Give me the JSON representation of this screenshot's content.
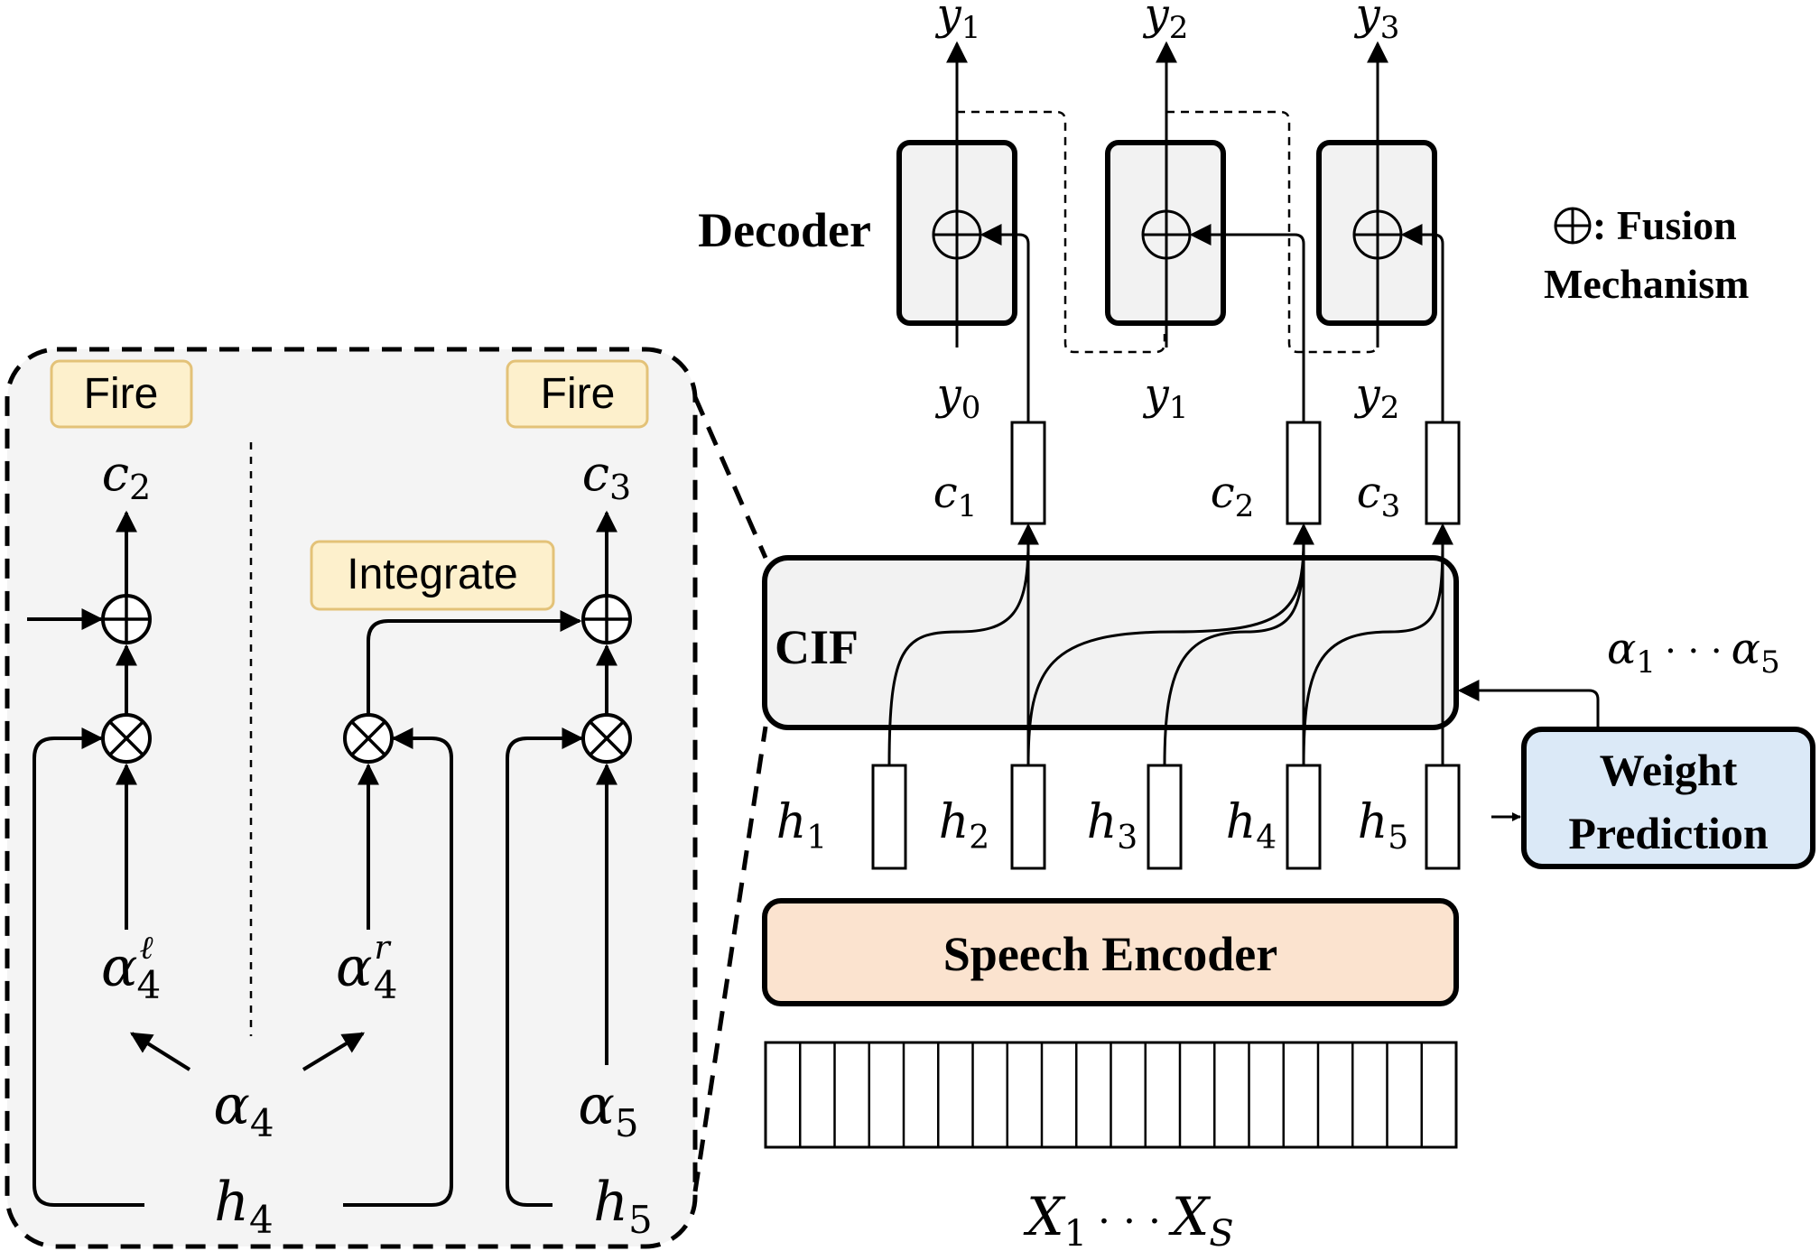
{
  "labels": {
    "decoder": "Decoder",
    "fusion_legend": ": Fusion",
    "fusion_legend_2": "Mechanism",
    "cif": "CIF",
    "weight_prediction_1": "Weight",
    "weight_prediction_2": "Prediction",
    "speech_encoder": "Speech Encoder",
    "fire_left": "Fire",
    "fire_right": "Fire",
    "integrate": "Integrate"
  },
  "outputs": [
    {
      "base": "y",
      "sub": "1"
    },
    {
      "base": "y",
      "sub": "2"
    },
    {
      "base": "y",
      "sub": "3"
    }
  ],
  "decoder_inputs": [
    {
      "base": "y",
      "sub": "0"
    },
    {
      "base": "y",
      "sub": "1"
    },
    {
      "base": "y",
      "sub": "2"
    }
  ],
  "cif_outputs": [
    {
      "base": "c",
      "sub": "1"
    },
    {
      "base": "c",
      "sub": "2"
    },
    {
      "base": "c",
      "sub": "3"
    }
  ],
  "hidden_states": [
    {
      "base": "h",
      "sub": "1"
    },
    {
      "base": "h",
      "sub": "2"
    },
    {
      "base": "h",
      "sub": "3"
    },
    {
      "base": "h",
      "sub": "4"
    },
    {
      "base": "h",
      "sub": "5"
    }
  ],
  "alpha_range": {
    "a": "α",
    "s1": "1",
    "dots": "· · ·",
    "b": "α",
    "s2": "5"
  },
  "input_range": {
    "a": "X",
    "s1": "1",
    "dots": "· · ·",
    "b": "X",
    "s2": "S"
  },
  "detail": {
    "c_left": {
      "base": "c",
      "sub": "2"
    },
    "c_right": {
      "base": "c",
      "sub": "3"
    },
    "alpha_l": {
      "base": "α",
      "sup": "ℓ",
      "sub": "4"
    },
    "alpha_r": {
      "base": "α",
      "sup": "r",
      "sub": "4"
    },
    "alpha4": {
      "base": "α",
      "sub": "4"
    },
    "alpha5": {
      "base": "α",
      "sub": "5"
    },
    "h4": {
      "base": "h",
      "sub": "4"
    },
    "h5": {
      "base": "h",
      "sub": "5"
    }
  },
  "colors": {
    "decoder_fill": "#f2f2f2",
    "cif_fill": "#f2f2f2",
    "detail_fill": "#f4f4f4",
    "encoder_fill": "#fbe3cf",
    "weight_fill": "#dbe9f7",
    "tag_fill": "#fdf0cc",
    "tag_stroke": "#e3c278",
    "stroke": "#000000"
  }
}
